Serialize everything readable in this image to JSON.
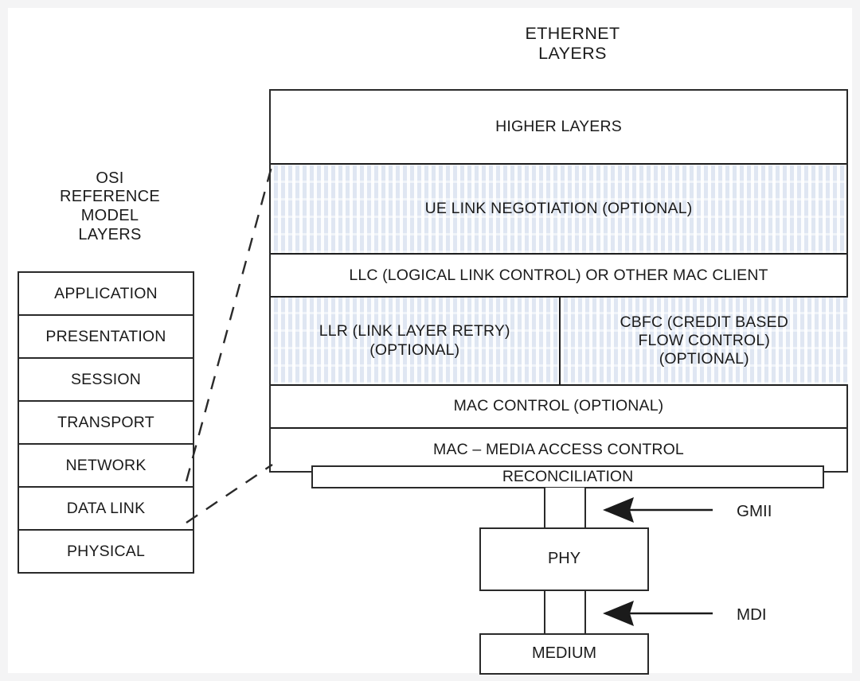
{
  "titles": {
    "ethernet_line1": "ETHERNET",
    "ethernet_line2": "LAYERS",
    "osi_line1": "OSI",
    "osi_line2": "REFERENCE",
    "osi_line3": "MODEL",
    "osi_line4": "LAYERS"
  },
  "osi_layers": [
    {
      "label": "APPLICATION"
    },
    {
      "label": "PRESENTATION"
    },
    {
      "label": "SESSION"
    },
    {
      "label": "TRANSPORT"
    },
    {
      "label": "NETWORK"
    },
    {
      "label": "DATA LINK"
    },
    {
      "label": "PHYSICAL"
    }
  ],
  "ethernet_rows": {
    "higher_layers": "HIGHER LAYERS",
    "ue_link_negotiation": "UE LINK NEGOTIATION (OPTIONAL)",
    "llc": "LLC (LOGICAL LINK CONTROL) OR OTHER MAC CLIENT",
    "llr_line1": "LLR (LINK LAYER RETRY)",
    "llr_line2": "(OPTIONAL)",
    "cbfc_line1": "CBFC (CREDIT BASED",
    "cbfc_line2": "FLOW CONTROL)",
    "cbfc_line3": "(OPTIONAL)",
    "mac_control": "MAC CONTROL (OPTIONAL)",
    "mac": "MAC – MEDIA ACCESS CONTROL",
    "reconciliation": "RECONCILIATION",
    "phy": "PHY",
    "medium": "MEDIUM"
  },
  "interfaces": {
    "gmii": "GMII",
    "mdi": "MDI"
  },
  "colors": {
    "page_background": "#f4f4f5",
    "canvas": "#ffffff",
    "stroke": "#2a2a2a",
    "text": "#1b1b1b",
    "optional_fill": "#dfe6f2"
  }
}
